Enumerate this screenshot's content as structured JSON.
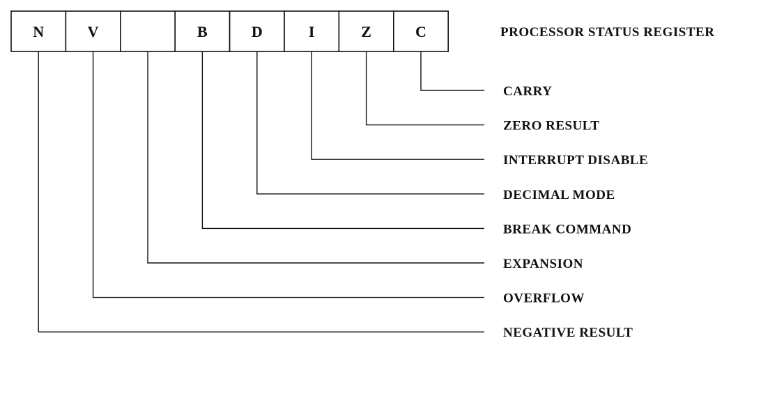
{
  "register_title": "PROCESSOR STATUS REGISTER",
  "bits": [
    {
      "symbol": "N",
      "name": "NEGATIVE RESULT"
    },
    {
      "symbol": "V",
      "name": "OVERFLOW"
    },
    {
      "symbol": "",
      "name": "EXPANSION"
    },
    {
      "symbol": "B",
      "name": "BREAK COMMAND"
    },
    {
      "symbol": "D",
      "name": "DECIMAL MODE"
    },
    {
      "symbol": "I",
      "name": "INTERRUPT DISABLE"
    },
    {
      "symbol": "Z",
      "name": "ZERO RESULT"
    },
    {
      "symbol": "C",
      "name": "CARRY"
    }
  ],
  "colors": {
    "ink": "#111111",
    "background": "#ffffff"
  }
}
